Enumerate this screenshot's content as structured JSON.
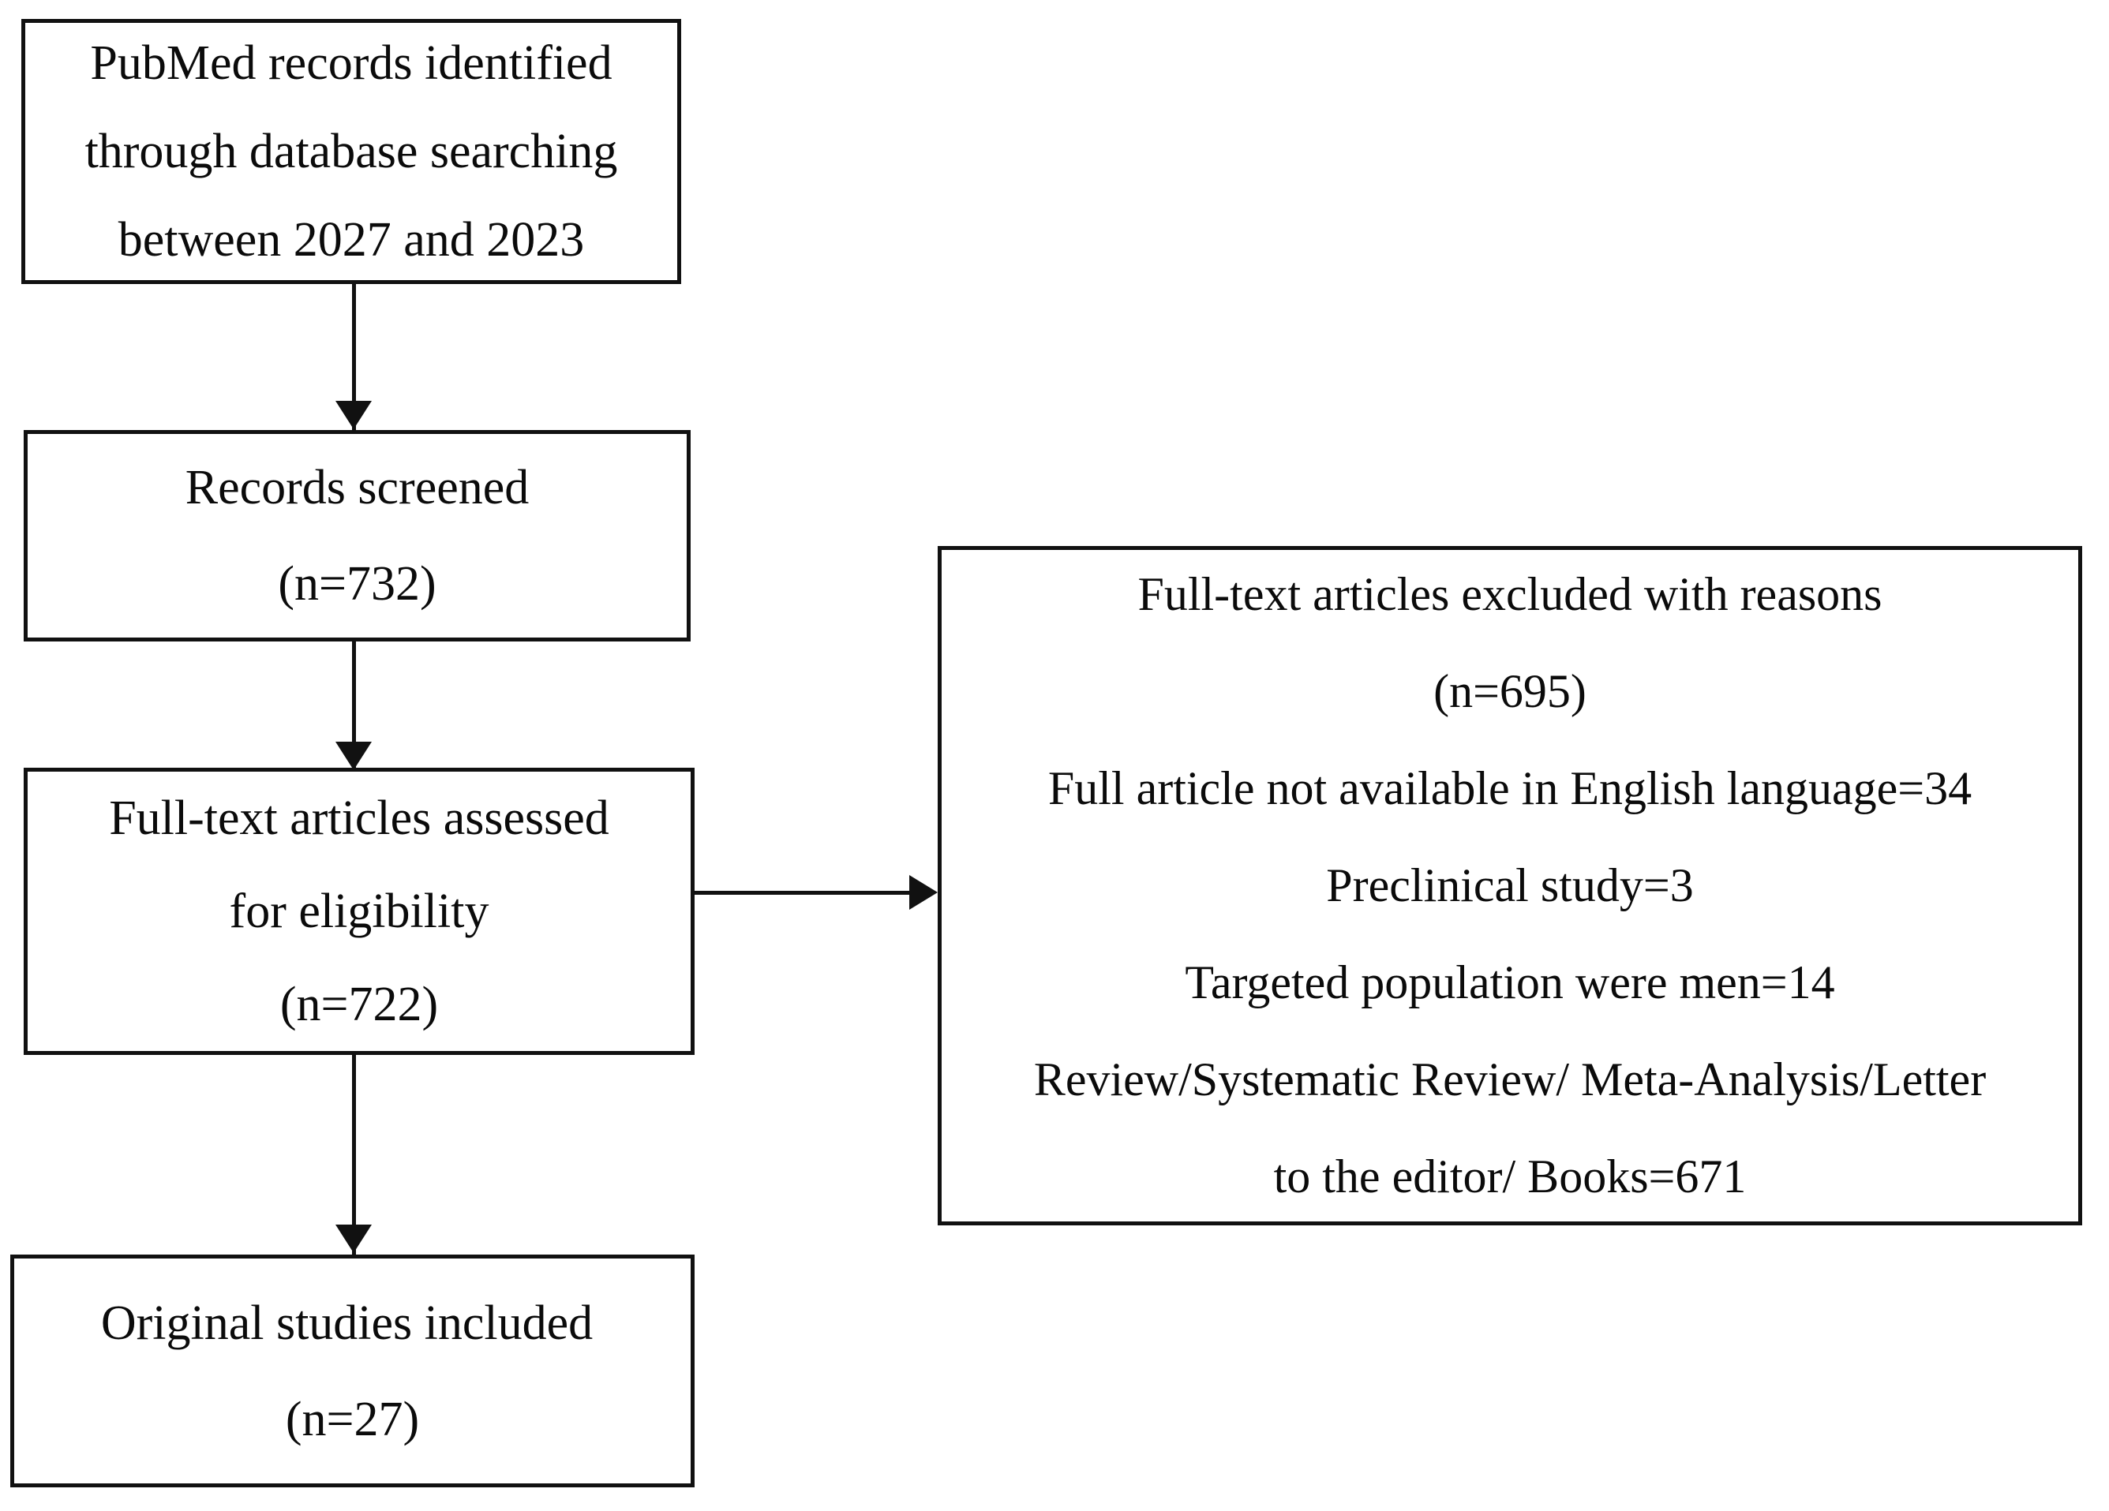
{
  "diagram": {
    "title": "PRISMA study selection flow diagram",
    "type": "flowchart",
    "boxes": {
      "identification": {
        "name": "records-identified",
        "lines": [
          "PubMed records identified",
          "through database searching",
          "between 2027 and 2023"
        ]
      },
      "screened": {
        "name": "records-screened",
        "lines": [
          "Records screened",
          "(n=732)"
        ]
      },
      "eligibility": {
        "name": "full-text-assessed",
        "lines": [
          "Full-text articles assessed",
          "for eligibility",
          "(n=722)"
        ]
      },
      "included": {
        "name": "original-studies-included",
        "lines": [
          "Original studies included",
          "(n=27)"
        ]
      },
      "excluded": {
        "name": "full-text-excluded",
        "lines": [
          "Full-text articles excluded with reasons",
          "(n=695)",
          "Full article not available in English language=34",
          "Preclinical study=3",
          "Targeted population were men=14",
          "Review/Systematic Review/ Meta-Analysis/Letter",
          "to the editor/ Books=671"
        ]
      }
    },
    "connectors": [
      {
        "name": "arrow-identified-to-screened",
        "from": "identification",
        "to": "screened",
        "direction": "down"
      },
      {
        "name": "arrow-screened-to-eligibility",
        "from": "screened",
        "to": "eligibility",
        "direction": "down"
      },
      {
        "name": "arrow-eligibility-to-included",
        "from": "eligibility",
        "to": "included",
        "direction": "down"
      },
      {
        "name": "arrow-eligibility-to-excluded",
        "from": "eligibility",
        "to": "excluded",
        "direction": "right"
      }
    ],
    "colors": {
      "background": "#ffffff",
      "stroke": "#111111",
      "text": "#0b0b0b"
    }
  }
}
